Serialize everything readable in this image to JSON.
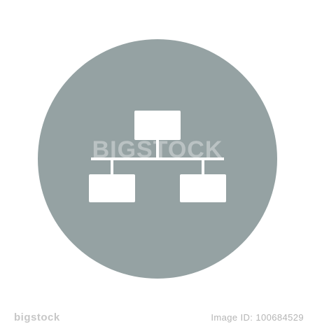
{
  "icon": {
    "name": "network-hierarchy-icon",
    "circle_color": "#95a2a3",
    "glyph_color": "#ffffff"
  },
  "watermark": {
    "text": "BIGSTOCK"
  },
  "footer": {
    "logo": "bigstock",
    "image_id": "Image ID: 100684529"
  }
}
